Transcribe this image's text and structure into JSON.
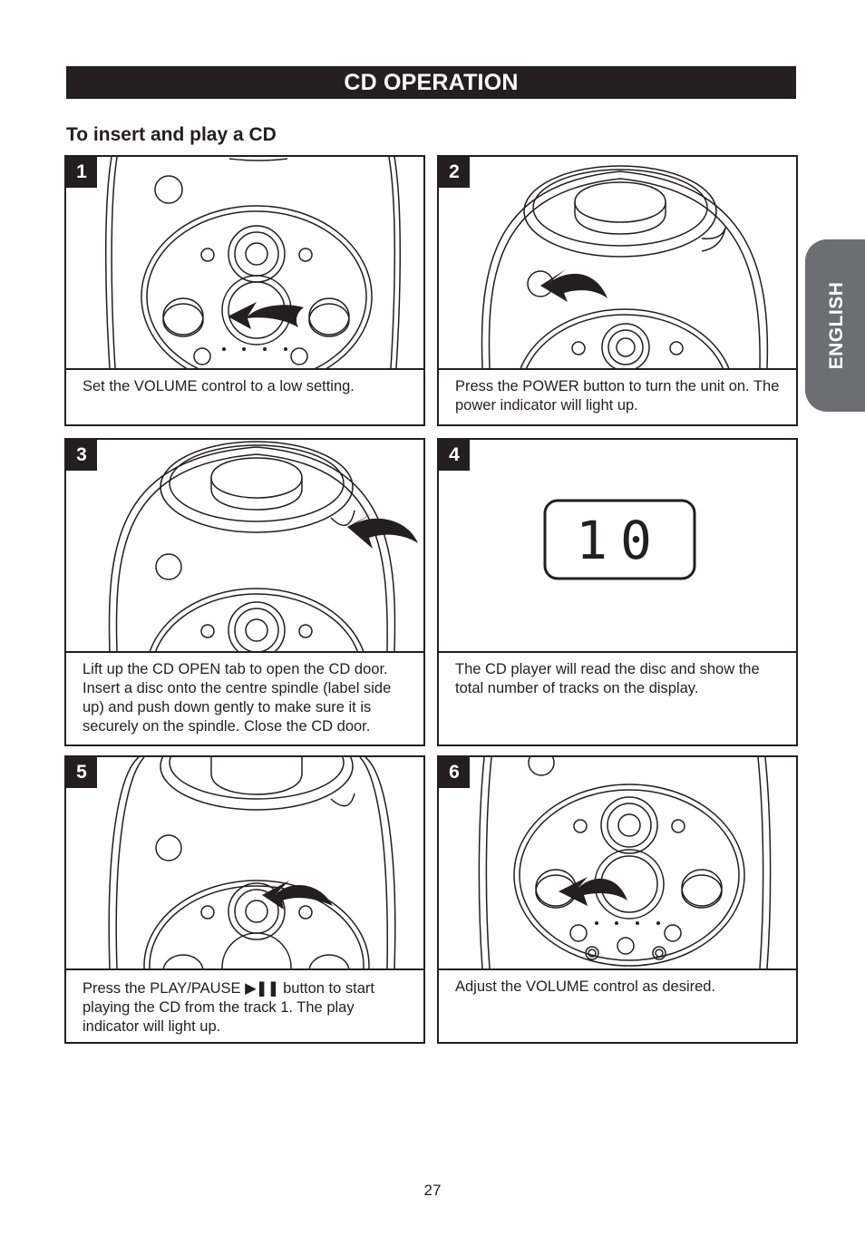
{
  "header": {
    "title": "CD OPERATION"
  },
  "section": {
    "subtitle": "To insert and play a CD"
  },
  "side_tab": {
    "label": "ENGLISH"
  },
  "steps": [
    {
      "number": "1",
      "text": "Set the VOLUME control to a low setting."
    },
    {
      "number": "2",
      "text": "Press the POWER button to turn the unit on. The power indicator will light up."
    },
    {
      "number": "3",
      "text": "Lift up the CD OPEN tab to open the CD door. Insert a disc onto the centre spindle (label side up) and push down gently to make sure it is securely on the spindle. Close the CD door."
    },
    {
      "number": "4",
      "text": "The CD player will read the disc and show the total number of tracks on the display.",
      "display_value": "10"
    },
    {
      "number": "5",
      "text_before": "Press the PLAY/PAUSE",
      "icon": "play-pause-icon",
      "text_after": "button to start playing the CD from the track 1. The play indicator will light up."
    },
    {
      "number": "6",
      "text": "Adjust the VOLUME control as desired."
    }
  ],
  "footer": {
    "page_number": "27"
  }
}
